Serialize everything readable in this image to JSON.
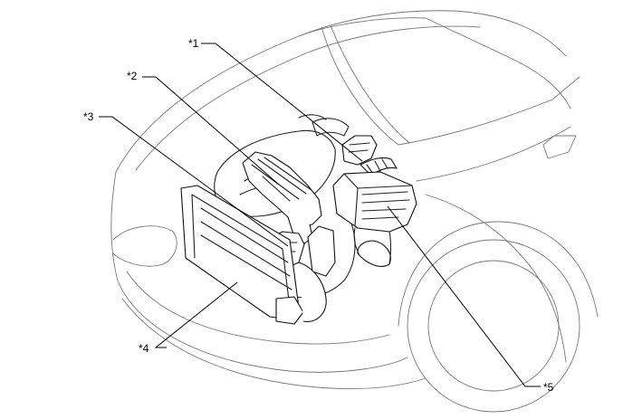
{
  "callouts": {
    "c1": "*1",
    "c2": "*2",
    "c3": "*3",
    "c4": "*4",
    "c5": "*5"
  },
  "colors": {
    "ink": "#000000",
    "outline": "#777777",
    "background": "#ffffff"
  }
}
